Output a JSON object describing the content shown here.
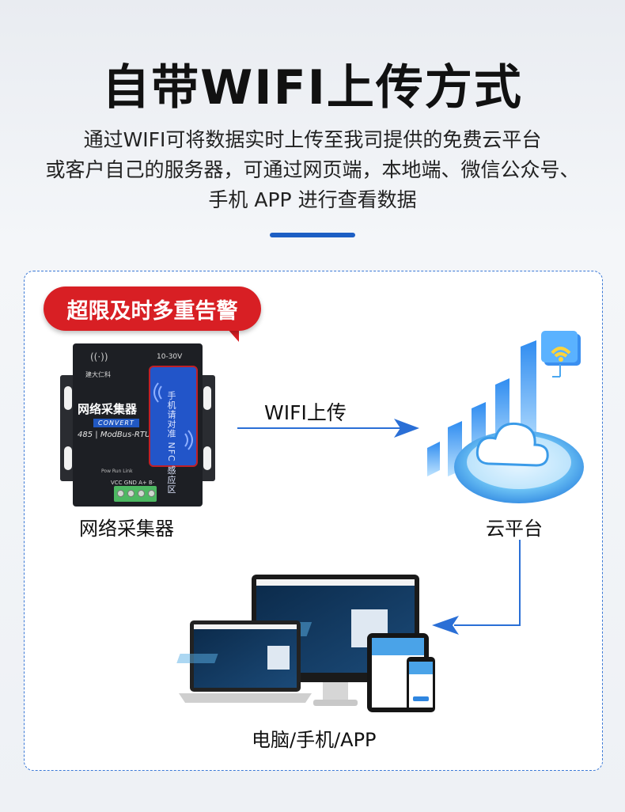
{
  "header": {
    "title": "自带WIFI上传方式",
    "description_lines": [
      "通过WIFI可将数据实时上传至我司提供的免费云平台",
      "或客户自己的服务器，可通过网页端，本地端、微信公众号、",
      "手机 APP 进行查看数据"
    ]
  },
  "badge": {
    "label": "超限及时多重告警"
  },
  "device": {
    "caption": "网络采集器",
    "name": "网络采集器",
    "tag": "CONVERT",
    "model": "485 | ModBus-RTU",
    "brand": "建大仁科",
    "voltage": "10-30V",
    "nfc_text": "手机请对准 NFC 感应区",
    "indicators": "Pow  Run  Link",
    "terminals": "VCC GND A+  B-"
  },
  "flow": {
    "upload_label": "WIFI上传"
  },
  "cloud": {
    "caption": "云平台"
  },
  "clients": {
    "caption": "电脑/手机/APP"
  },
  "colors": {
    "accent_blue": "#1d5fc4",
    "alarm_red": "#d81f24",
    "arrow_blue": "#2a6fd6",
    "panel_border": "#3b79d6"
  }
}
